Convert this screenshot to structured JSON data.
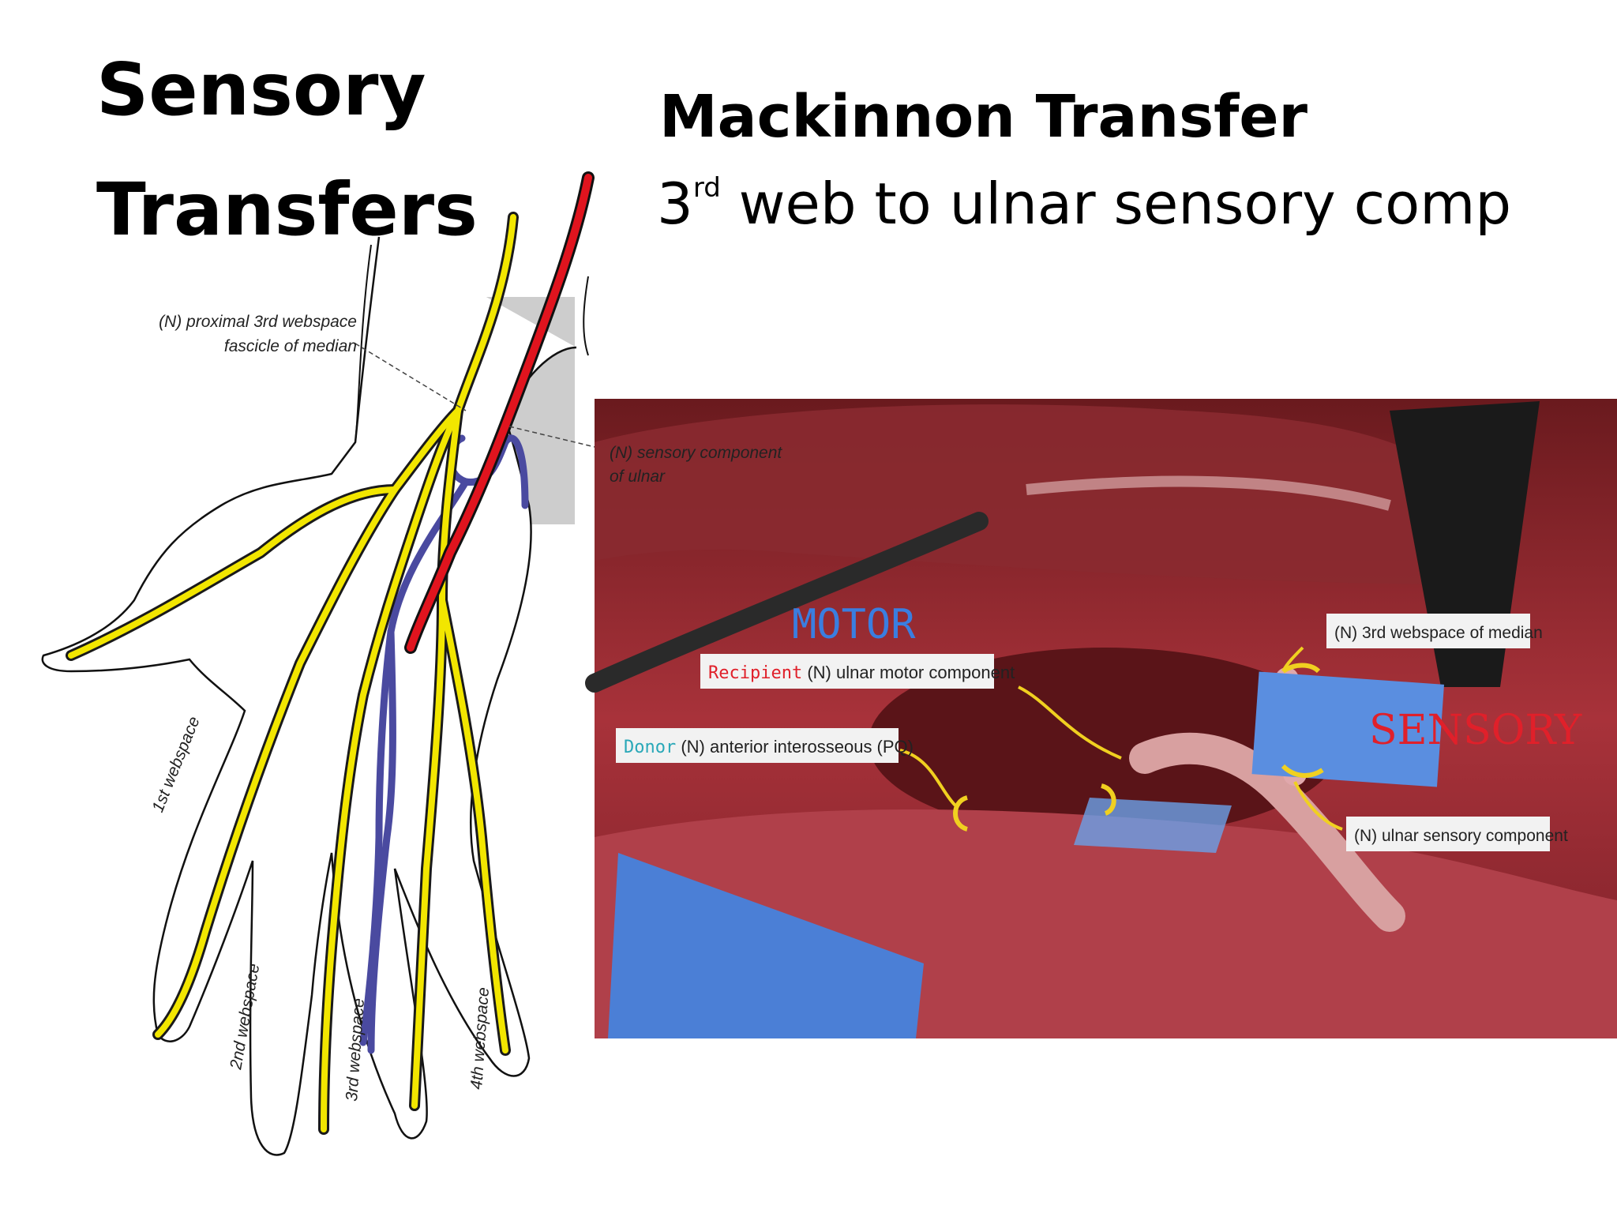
{
  "slide": {
    "title_line1": "Sensory",
    "title_line2": "Transfers",
    "subtitle": "Mackinnon Transfer",
    "subline_pre": "3",
    "subline_sup": "rd",
    "subline_post": " web to ulnar sensory comp"
  },
  "hand_diagram": {
    "label_proximal_1": "(N) proximal 3rd webspace",
    "label_proximal_2": "fascicle of median",
    "label_sensory_1": "(N) sensory component",
    "label_sensory_2": "of ulnar",
    "webspace_1": "1st webspace",
    "webspace_2": "2nd webspace",
    "webspace_3": "3rd webspace",
    "webspace_4": "4th webspace"
  },
  "surgery_photo": {
    "motor": "MOTOR",
    "sensory": "SENSORY",
    "recipient_tag": "Recipient",
    "recipient_text": " (N) ulnar motor component",
    "donor_tag": "Donor",
    "donor_text": " (N) anterior interosseous (PQ)",
    "median_label": "(N) 3rd webspace of median",
    "ulnar_sensory_label": "(N) ulnar sensory component"
  },
  "colors": {
    "median_nerve": "#f2e600",
    "ulnar_nerve": "#4a4aa0",
    "artery": "#e0141e",
    "motor_text": "#3a7ee0",
    "sensory_text": "#e0202a",
    "recipient_text": "#e0202a",
    "donor_text": "#2aa8b8"
  }
}
